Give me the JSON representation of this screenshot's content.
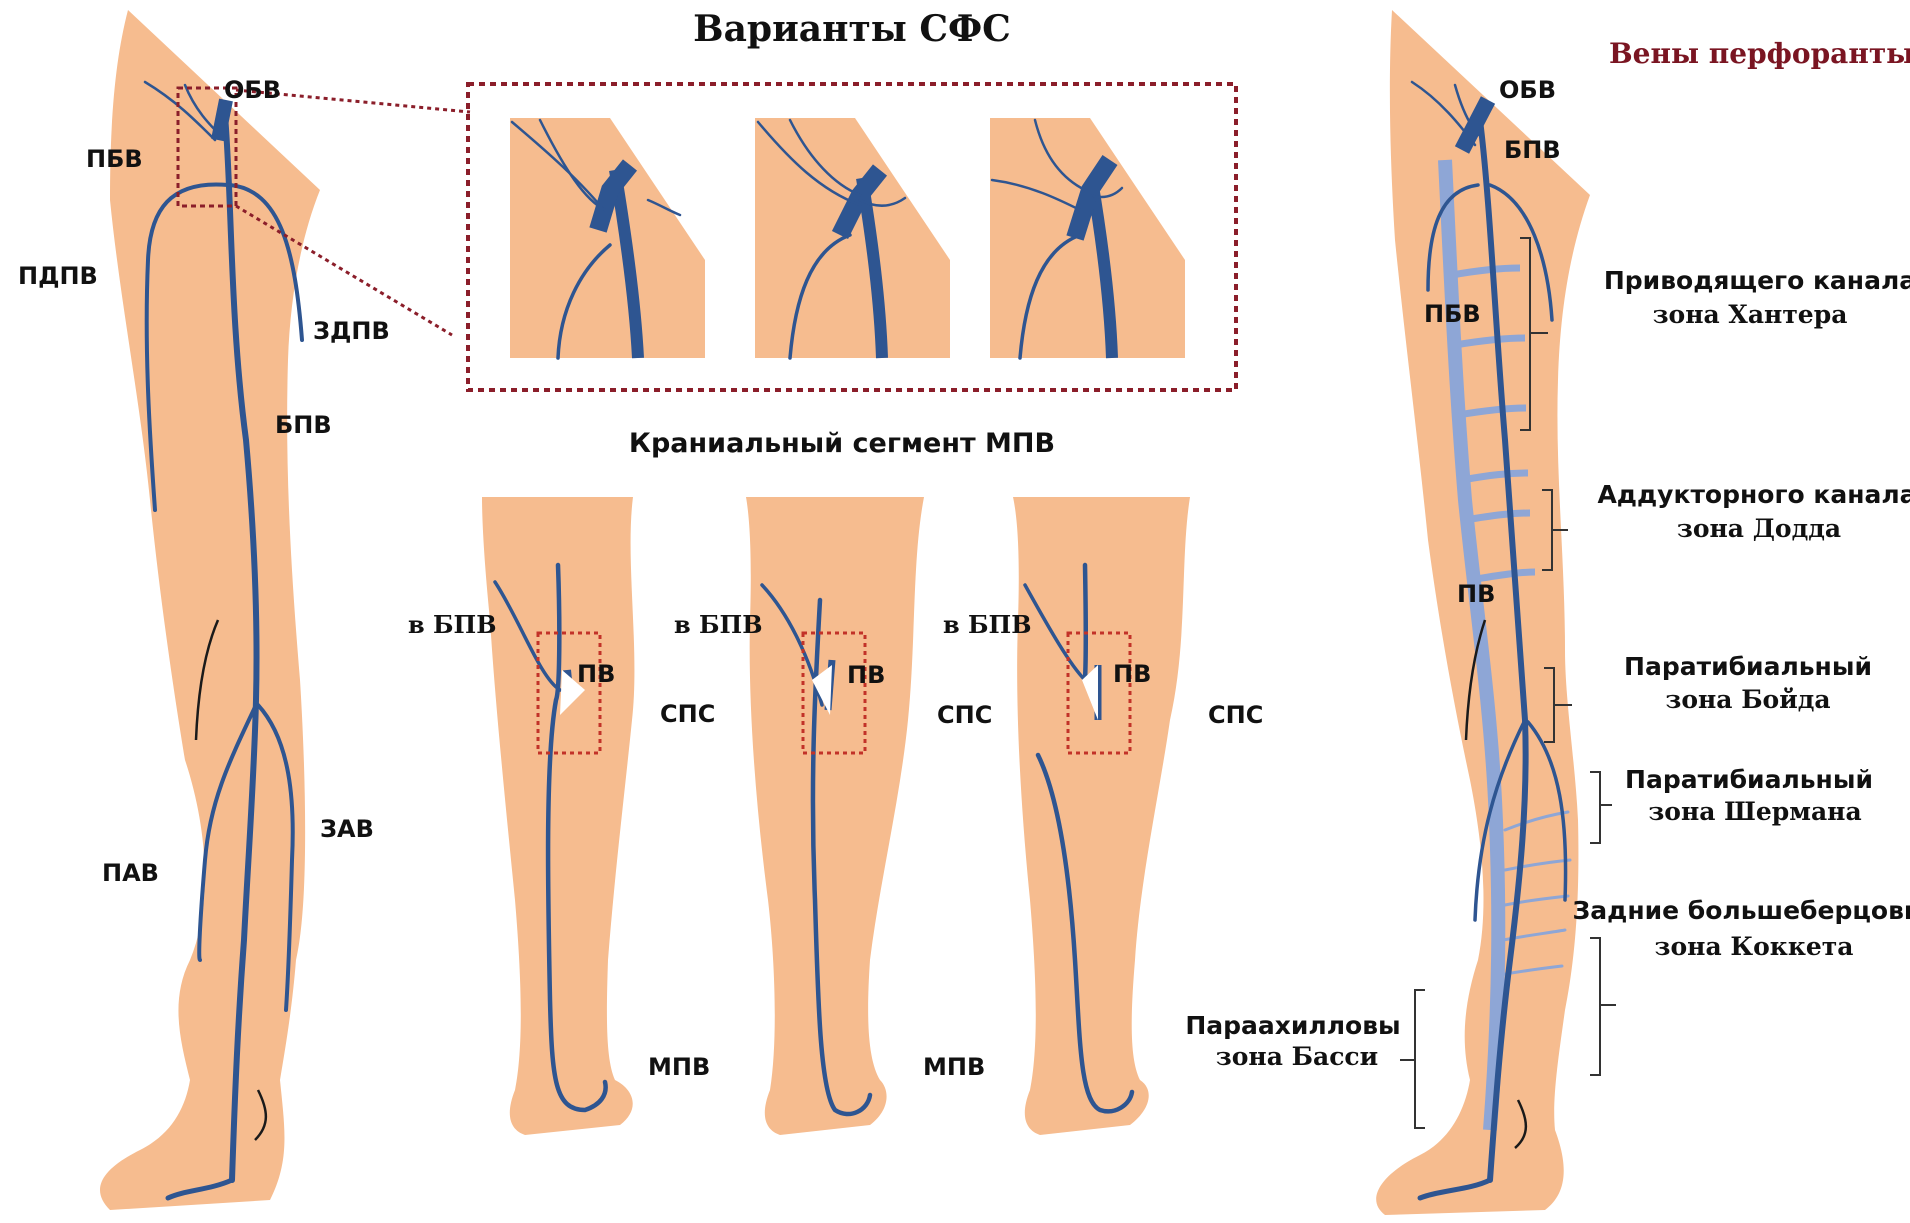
{
  "titles": {
    "sfs_variants": "Варианты СФС",
    "perforator_veins": "Вены перфоранты",
    "cranial_segment": "Краниальный сегмент МПВ"
  },
  "left_leg_labels": {
    "obv": "ОБВ",
    "pbv": "ПБВ",
    "pdpv": "ПДПВ",
    "zdpv": "ЗДПВ",
    "bpv": "БПВ",
    "zav": "ЗАВ",
    "pav": "ПАВ"
  },
  "knee_panels": [
    {
      "to_bpv": "в БПВ",
      "pv": "ПВ",
      "sps": "СПС",
      "mpv": "МПВ"
    },
    {
      "to_bpv": "в БПВ",
      "pv": "ПВ",
      "sps": "СПС",
      "mpv": "МПВ"
    },
    {
      "to_bpv": "в БПВ",
      "pv": "ПВ",
      "sps": "СПС"
    }
  ],
  "right_leg_labels": {
    "obv": "ОБВ",
    "bpv": "БПВ",
    "pbv": "ПБВ",
    "pv": "ПВ"
  },
  "zones": [
    {
      "name": "Приводящего канала",
      "zone": "зона  Хантера"
    },
    {
      "name": "Аддукторного канала",
      "zone": "зона  Додда"
    },
    {
      "name": "Паратибиальный",
      "zone": "зона  Бойда"
    },
    {
      "name": "Паратибиальный",
      "zone": "зона  Шермана"
    },
    {
      "name": "Задние большеберцовые",
      "zone": "зона  Коккета"
    },
    {
      "name": "Параахилловы",
      "zone": "зона  Басси"
    }
  ],
  "colors": {
    "skin": "#f6bc8f",
    "vein": "#2e5591",
    "deep_vein": "#8ea6d6",
    "dashed_box": "#8b1e2a",
    "title_red": "#7a1522"
  }
}
